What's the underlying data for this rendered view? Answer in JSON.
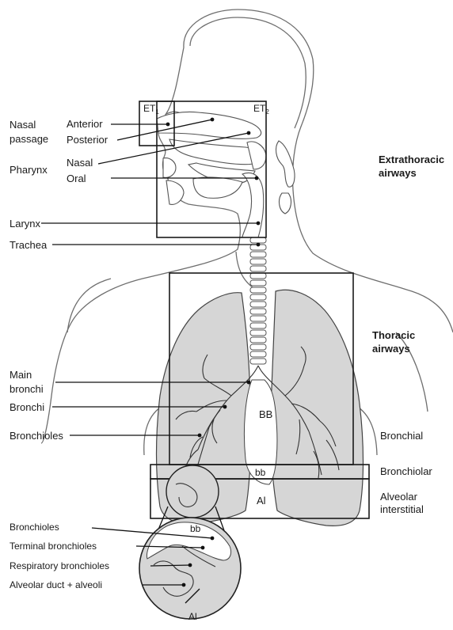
{
  "labels": {
    "nasal_passage_1": "Nasal",
    "nasal_passage_2": "passage",
    "anterior": "Anterior",
    "posterior": "Posterior",
    "pharynx": "Pharynx",
    "nasal": "Nasal",
    "oral": "Oral",
    "larynx": "Larynx",
    "trachea": "Trachea",
    "main_bronchi_1": "Main",
    "main_bronchi_2": "bronchi",
    "bronchi": "Bronchi",
    "bronchioles": "Bronchioles",
    "inset_bronchioles": "Bronchioles",
    "terminal_bronchioles": "Terminal bronchioles",
    "respiratory_bronchioles": "Respiratory bronchioles",
    "alveolar_duct": "Alveolar duct + alveoli"
  },
  "regions": {
    "et1": "ET",
    "et1_sub": "1",
    "et2": "ET",
    "et2_sub": "2",
    "bb_upper": "BB",
    "bb_lower": "bb",
    "al": "Al",
    "inset_bb": "bb",
    "inset_al": "Al"
  },
  "headings": {
    "extrathoracic_1": "Extrathoracic",
    "extrathoracic_2": "airways",
    "thoracic_1": "Thoracic",
    "thoracic_2": "airways"
  },
  "right_labels": {
    "bronchial": "Bronchial",
    "bronchiolar": "Bronchiolar",
    "alveolar_1": "Alveolar",
    "alveolar_2": "interstitial"
  }
}
